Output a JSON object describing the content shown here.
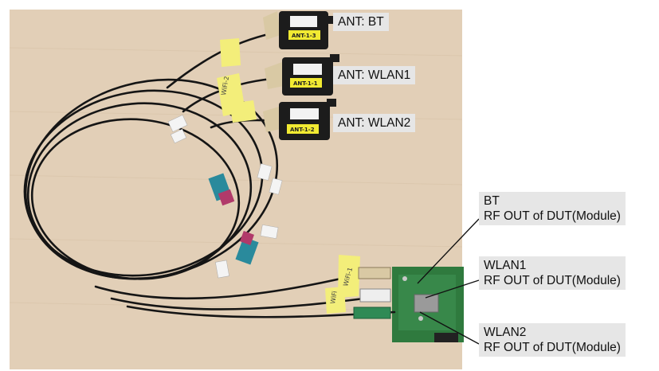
{
  "photo": {
    "background_color": "#e3d0b8",
    "cable_color": "#151515",
    "antenna_color": "#1c1c1c",
    "pcb_color": "#2f7a3e",
    "tape_color": "#f3ee7a",
    "connector_color": "#2a8a9c"
  },
  "antennas": [
    {
      "sticker": "ANT-1-3",
      "callout": "ANT: BT"
    },
    {
      "sticker": "ANT-1-1",
      "callout": "ANT: WLAN1"
    },
    {
      "sticker": "ANT-1-2",
      "callout": "ANT: WLAN2"
    }
  ],
  "tape_labels": [
    "WiFi-2",
    "WiFi-1",
    "WiFi"
  ],
  "ports": [
    {
      "name": "BT",
      "description": "RF OUT of DUT(Module)"
    },
    {
      "name": "WLAN1",
      "description": "RF OUT of DUT(Module)"
    },
    {
      "name": "WLAN2",
      "description": "RF OUT of DUT(Module)"
    }
  ]
}
